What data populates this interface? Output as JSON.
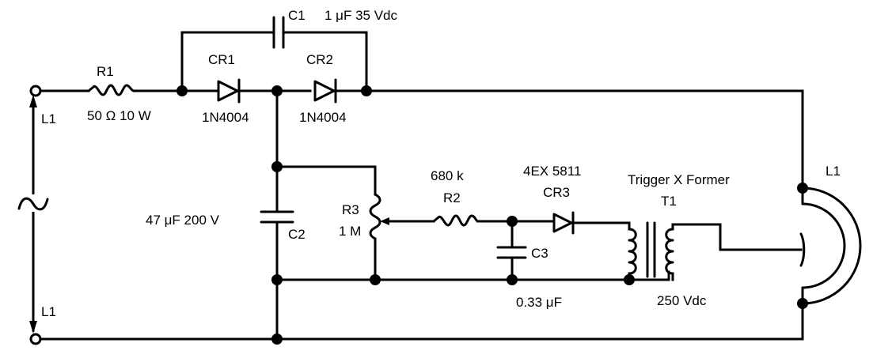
{
  "diagram": {
    "type": "circuit-schematic",
    "colors": {
      "ink": "#000000",
      "background": "#ffffff"
    },
    "source": {
      "symbol": "ac-source-icon",
      "terminal_top_label": "L1",
      "terminal_bottom_label": "L1"
    },
    "components": {
      "r1": {
        "ref": "R1",
        "value": "50 Ω 10 W"
      },
      "c1": {
        "ref": "C1",
        "value": "1 μF 35 Vdc"
      },
      "cr1": {
        "ref": "CR1",
        "part": "1N4004"
      },
      "cr2": {
        "ref": "CR2",
        "part": "1N4004"
      },
      "c2": {
        "ref": "C2",
        "value": "47 μF 200 V"
      },
      "r3": {
        "ref": "R3",
        "value": "1 M"
      },
      "r2": {
        "ref": "R2",
        "value": "680 k"
      },
      "cr3": {
        "ref": "CR3",
        "part": "4EX 5811"
      },
      "c3": {
        "ref": "C3",
        "value": "0.33 μF"
      },
      "t1": {
        "ref": "T1",
        "name": "Trigger X Former",
        "rating": "250 Vdc"
      },
      "lamp": {
        "ref": "L1"
      }
    }
  }
}
